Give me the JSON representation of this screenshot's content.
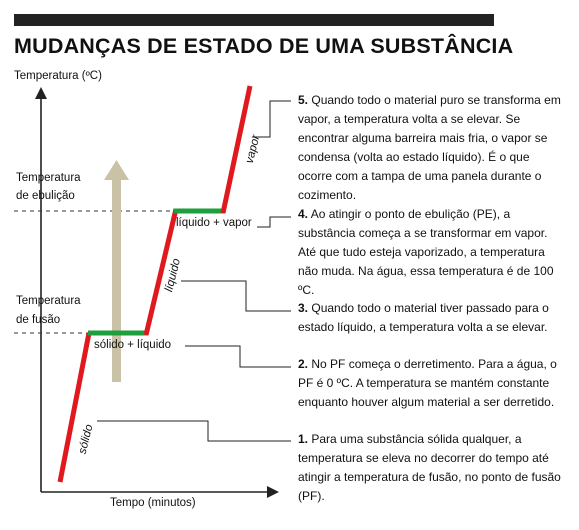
{
  "title": "MUDANÇAS DE ESTADO DE UMA SUBSTÂNCIA",
  "axes": {
    "y_label": "Temperatura (ºC)",
    "x_label": "Tempo (minutos)",
    "boiling_label_line1": "Temperatura",
    "boiling_label_line2": "de ebulição",
    "melting_label_line1": "Temperatura",
    "melting_label_line2": "de fusão"
  },
  "segments": {
    "solid": "sólido",
    "solid_liquid": "sólido + líquido",
    "liquid": "líquido",
    "liquid_vapor": "líquido + vapor",
    "vapor": "vapor"
  },
  "notes": [
    {
      "num": "5.",
      "text": "Quando todo o material puro se transforma em vapor, a temperatura volta a se elevar. Se encontrar alguma barreira mais fria, o vapor se condensa (volta ao estado líquido). É o que ocorre com a tampa de uma panela durante o cozimento."
    },
    {
      "num": "4.",
      "text": "Ao atingir o ponto de ebulição (PE), a substância começa a se transformar em vapor. Até que tudo esteja vaporizado, a temperatura não muda. Na água, essa temperatura é de 100 ºC."
    },
    {
      "num": "3.",
      "text": "Quando todo o material tiver passado para o estado líquido, a temperatura volta a se elevar."
    },
    {
      "num": "2.",
      "text": "No PF começa o derretimento. Para a água, o PF é 0 ºC. A temperatura se mantém constante enquanto houver algum material a ser derretido."
    },
    {
      "num": "1.",
      "text": "Para uma substância sólida qualquer, a temperatura se eleva no decorrer do tempo até atingir a temperatura de fusão, no ponto de fusão (PF)."
    }
  ],
  "colors": {
    "heating": "#e0191f",
    "plateau": "#1e9e3c",
    "arrow": "#c9c2a7",
    "axis": "#222222"
  }
}
